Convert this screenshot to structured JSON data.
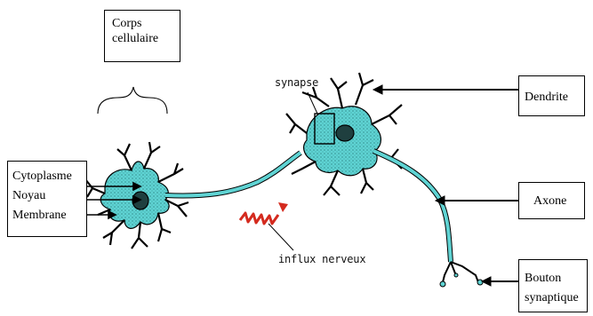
{
  "labels": {
    "corps_cellulaire": [
      "Corps",
      "cellulaire"
    ],
    "cytoplasme": "Cytoplasme",
    "noyau": "Noyau",
    "membrane": "Membrane",
    "synapse": "synapse",
    "dendrite": "Dendrite",
    "axone": "Axone",
    "bouton_synaptique": [
      "Bouton",
      "synaptique"
    ],
    "influx_nerveux": "influx nerveux"
  },
  "colors": {
    "neuron_fill": "#5fd3d3",
    "neuron_outline": "#000000",
    "nucleus": "#1f3f3f",
    "impulse": "#d42a1e"
  }
}
